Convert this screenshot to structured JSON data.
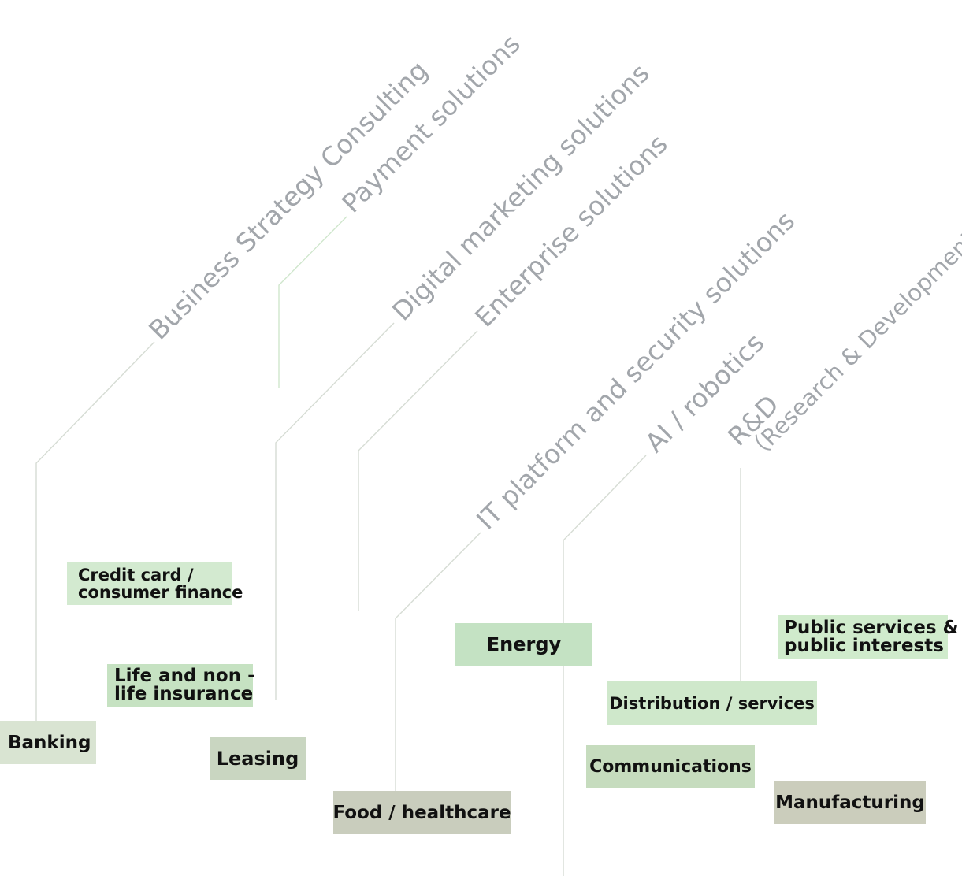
{
  "services": [
    {
      "id": "business-strategy",
      "label": "Business Strategy Consulting"
    },
    {
      "id": "payment",
      "label": "Payment solutions"
    },
    {
      "id": "digital-marketing",
      "label": "Digital marketing solutions"
    },
    {
      "id": "enterprise",
      "label": "Enterprise solutions"
    },
    {
      "id": "it-platform",
      "label": "IT platform and security solutions"
    },
    {
      "id": "ai-robotics",
      "label": "AI / robotics"
    },
    {
      "id": "rnd",
      "label": "R&D",
      "label_line2": "（Research & Development）"
    }
  ],
  "industries": [
    {
      "id": "credit-card",
      "line1": "Credit card /",
      "line2": "consumer finance",
      "color": "#d3ead0"
    },
    {
      "id": "life-insurance",
      "line1": "Life and non -",
      "line2": "life insurance",
      "color": "#c6e2c2"
    },
    {
      "id": "banking",
      "label": "Banking",
      "color": "#d9e4d2"
    },
    {
      "id": "leasing",
      "label": "Leasing",
      "color": "#c9d6c1"
    },
    {
      "id": "food-healthcare",
      "label": "Food / healthcare",
      "color": "#c9cdbd"
    },
    {
      "id": "energy",
      "label": "Energy",
      "color": "#c4e2c3"
    },
    {
      "id": "public-services",
      "line1": "Public services &",
      "line2": "public interests",
      "color": "#d0ebcc"
    },
    {
      "id": "distribution",
      "label": "Distribution / services",
      "color": "#cfe8cb"
    },
    {
      "id": "communications",
      "label": "Communications",
      "color": "#c6dcbe"
    },
    {
      "id": "manufacturing",
      "label": "Manufacturing",
      "color": "#cbcdbc"
    }
  ]
}
